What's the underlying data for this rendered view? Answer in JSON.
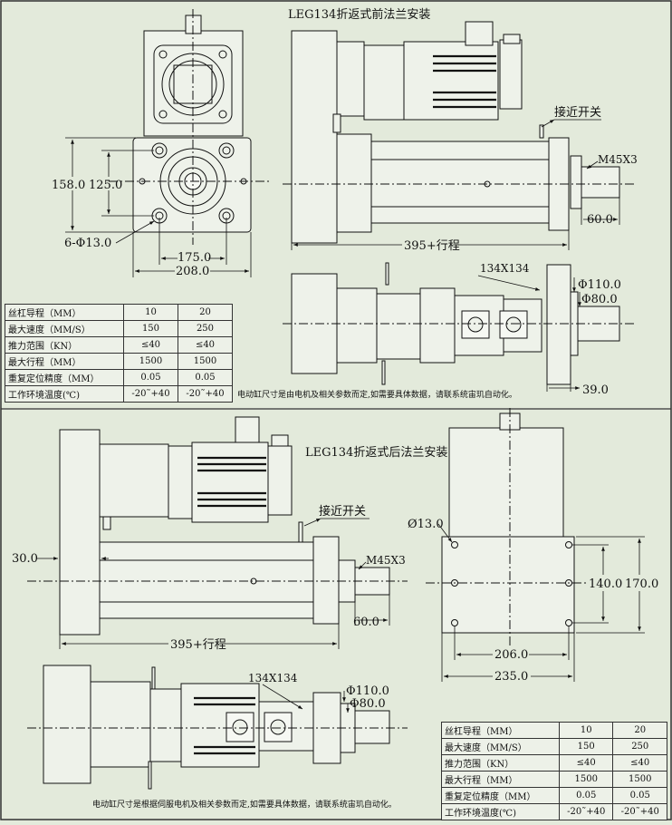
{
  "front": {
    "title": "LEG134折返式前法兰安装",
    "dims": {
      "height_outer": "158.0",
      "height_inner": "125.0",
      "holes": "6-Φ13.0",
      "width_inner": "175.0",
      "width_outer": "208.0",
      "length": "395+行程",
      "thread": "M45X3",
      "rod_length": "60.0",
      "proximity_switch": "接近开关",
      "square": "134X134",
      "dia_outer": "Φ110.0",
      "dia_inner": "Φ80.0",
      "flange_offset": "39.0"
    },
    "note": "电动缸尺寸是由电机及相关参数而定,如需要具体数据，请联系统宙玑自动化。",
    "spec_table": [
      [
        "丝杠导程（MM）",
        "10",
        "20"
      ],
      [
        "最大速度（MM/S）",
        "150",
        "250"
      ],
      [
        "推力范围（KN）",
        "≤40",
        "≤40"
      ],
      [
        "最大行程（MM）",
        "1500",
        "1500"
      ],
      [
        "重复定位精度（MM）",
        "0.05",
        "0.05"
      ],
      [
        "工作环境温度(℃)",
        "-20˜+40",
        "-20˜+40"
      ]
    ]
  },
  "rear": {
    "title": "LEG134折返式后法兰安装",
    "dims": {
      "proximity_switch": "接近开关",
      "offset": "30.0",
      "thread": "M45X3",
      "rod_length": "60.0",
      "length": "395+行程",
      "square": "134X134",
      "dia_outer": "Φ110.0",
      "dia_inner": "Φ80.0",
      "hole": "Ø13.0",
      "height_inner": "140.0",
      "height_outer": "170.0",
      "width_inner": "206.0",
      "width_outer": "235.0"
    },
    "note": "电动缸尺寸是根据伺服电机及相关参数而定,如需要具体数据，请联系统宙玑自动化。",
    "spec_table": [
      [
        "丝杠导程（MM）",
        "10",
        "20"
      ],
      [
        "最大速度（MM/S）",
        "150",
        "250"
      ],
      [
        "推力范围（KN）",
        "≤40",
        "≤40"
      ],
      [
        "最大行程（MM）",
        "1500",
        "1500"
      ],
      [
        "重复定位精度（MM）",
        "0.05",
        "0.05"
      ],
      [
        "工作环境温度(℃)",
        "-20˜+40",
        "-20˜+40"
      ]
    ]
  },
  "colors": {
    "background": "#e3eadb",
    "line": "#1a1a1a",
    "panel": "#edf1e8"
  }
}
